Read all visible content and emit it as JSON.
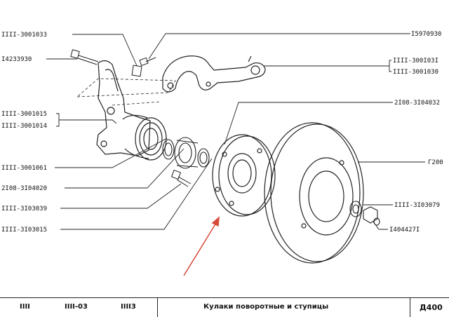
{
  "callouts": [
    {
      "id": "c1",
      "label": "IIII-3001033"
    },
    {
      "id": "c2",
      "label": "I4233930"
    },
    {
      "id": "c3",
      "label": "IIII-3001015"
    },
    {
      "id": "c4",
      "label": "IIII-3001014"
    },
    {
      "id": "c5",
      "label": "IIII-3001061"
    },
    {
      "id": "c6",
      "label": "2I08-3I04020"
    },
    {
      "id": "c7",
      "label": "IIII-3I03039"
    },
    {
      "id": "c8",
      "label": "IIII-3I03015"
    },
    {
      "id": "c9",
      "label": "I5970930"
    },
    {
      "id": "c10",
      "label": "IIII-300I03I"
    },
    {
      "id": "c11",
      "label": "IIII-3001030"
    },
    {
      "id": "c12",
      "label": "2I08-3I04032"
    },
    {
      "id": "c13",
      "label": "Г200"
    },
    {
      "id": "c14",
      "label": "IIII-3I03079"
    },
    {
      "id": "c15",
      "label": "I404427I"
    }
  ],
  "footer": {
    "models": [
      "IIII",
      "IIII-03",
      "IIII3"
    ],
    "title": "Кулаки поворотные и ступицы",
    "code": "Д400"
  },
  "colors": {
    "arrow": "#d84a3a",
    "ink": "#222222"
  }
}
